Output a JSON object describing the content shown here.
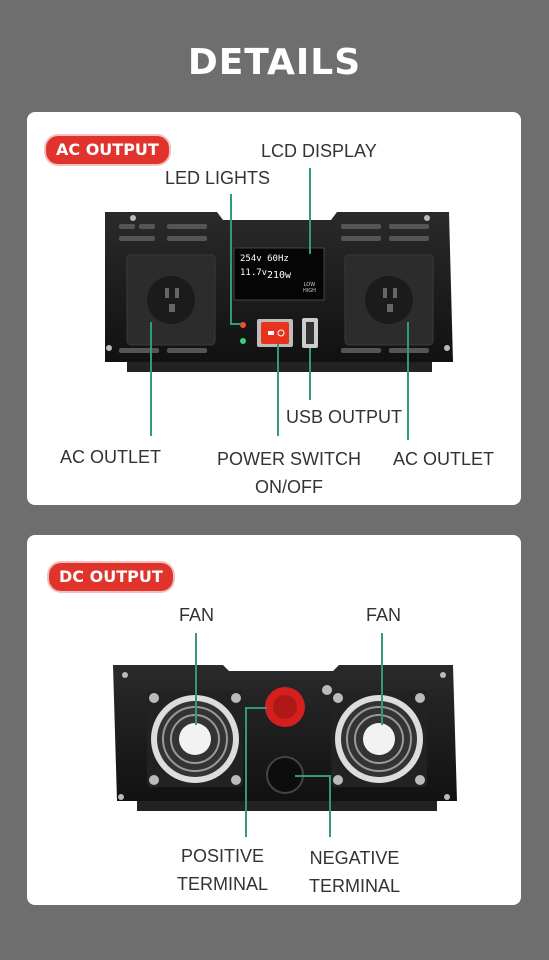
{
  "header": {
    "title": "DETAILS"
  },
  "ac_panel": {
    "badge": "AC OUTPUT",
    "labels": {
      "lcd_display": "LCD DISPLAY",
      "led_lights": "LED LIGHTS",
      "usb_output": "USB OUTPUT",
      "ac_outlet_left": "AC OUTLET",
      "ac_outlet_right": "AC OUTLET",
      "power_switch_line1": "POWER SWITCH",
      "power_switch_line2": "ON/OFF"
    },
    "lcd": {
      "voltage_in": "254v",
      "frequency": "60Hz",
      "voltage_out": "11.7v",
      "power": "210w",
      "low": "LOW",
      "high": "HIGH"
    }
  },
  "dc_panel": {
    "badge": "DC OUTPUT",
    "labels": {
      "fan_left": "FAN",
      "fan_right": "FAN",
      "positive_line1": "POSITIVE",
      "positive_line2": "TERMINAL",
      "negative_line1": "NEGATIVE",
      "negative_line2": "TERMINAL"
    }
  },
  "colors": {
    "background": "#6e6e6e",
    "badge": "#e0332c",
    "leader_line": "#2f9a7e",
    "device_body": "#1a1a1a"
  }
}
